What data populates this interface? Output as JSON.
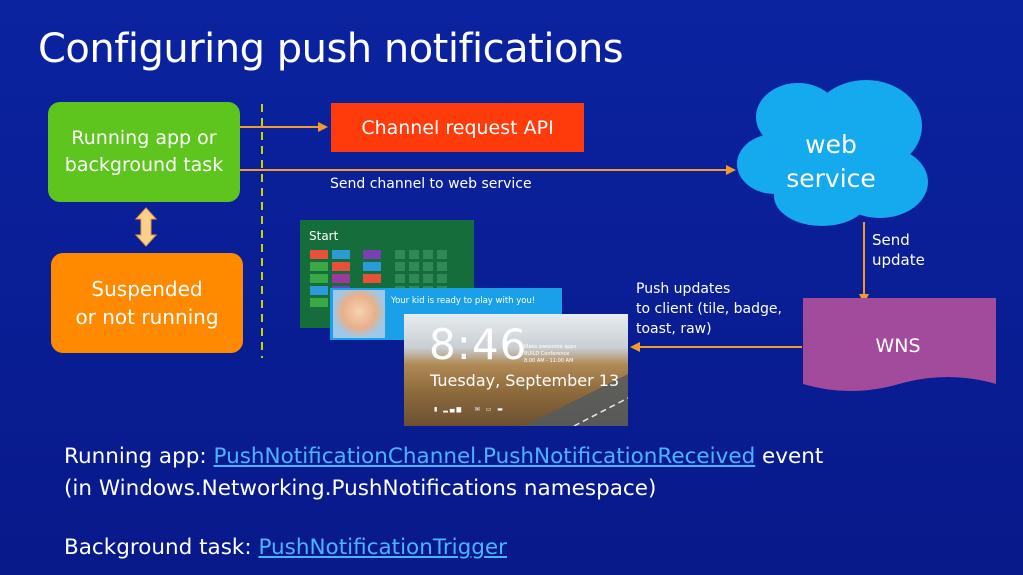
{
  "slide": {
    "title": "Configuring push notifications"
  },
  "diagram": {
    "running_box": "Running app or background task",
    "suspended_box_line1": "Suspended",
    "suspended_box_line2": "or not running",
    "channel_api": "Channel request API",
    "send_channel_label": "Send channel to web service",
    "web_service_line1": "web",
    "web_service_line2": "service",
    "send_update_line1": "Send",
    "send_update_line2": "update",
    "wns": "WNS",
    "push_updates_line1": "Push updates",
    "push_updates_line2": "to client (tile, badge,",
    "push_updates_line3": "toast, raw)"
  },
  "screens": {
    "start_label": "Start",
    "toast_text": "Your kid is ready to play with you!",
    "lock_time": "8:46",
    "lock_date": "Tuesday, September 13",
    "lock_note_line1": "Make awesome apps",
    "lock_note_line2": "BUILD Conference",
    "lock_note_line3": "8:00 AM - 11:00 AM"
  },
  "body": {
    "running_prefix": "Running app: ",
    "running_link": "PushNotificationChannel.PushNotificationReceived",
    "running_suffix": " event",
    "namespace_line": "(in Windows.Networking.PushNotifications namespace)",
    "background_prefix": "Background task: ",
    "background_link": "PushNotificationTrigger"
  },
  "colors": {
    "background": "#0a1f8f",
    "running_green": "#5ec41e",
    "suspended_orange": "#ff8a00",
    "channel_red": "#ff3a0b",
    "cloud_blue": "#15a9ee",
    "wns_purple": "#a24b9c",
    "arrow_orange": "#f29a2e",
    "link_blue": "#4cb4ff"
  }
}
